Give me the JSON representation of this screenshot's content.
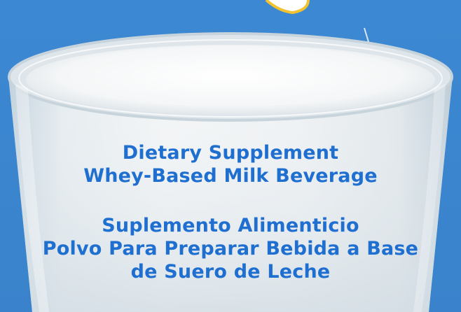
{
  "english": {
    "line1": "Dietary Supplement",
    "line2": "Whey-Based Milk Beverage"
  },
  "spanish": {
    "line1": "Suplemento Alimenticio",
    "line2": "Polvo Para Preparar Bebida a Base",
    "line3": "de Suero de Leche"
  },
  "colors": {
    "background": "#3a86d0",
    "text": "#1f6fd1",
    "milk": "#f4f6f7",
    "logo_ring": "#f2c230"
  }
}
